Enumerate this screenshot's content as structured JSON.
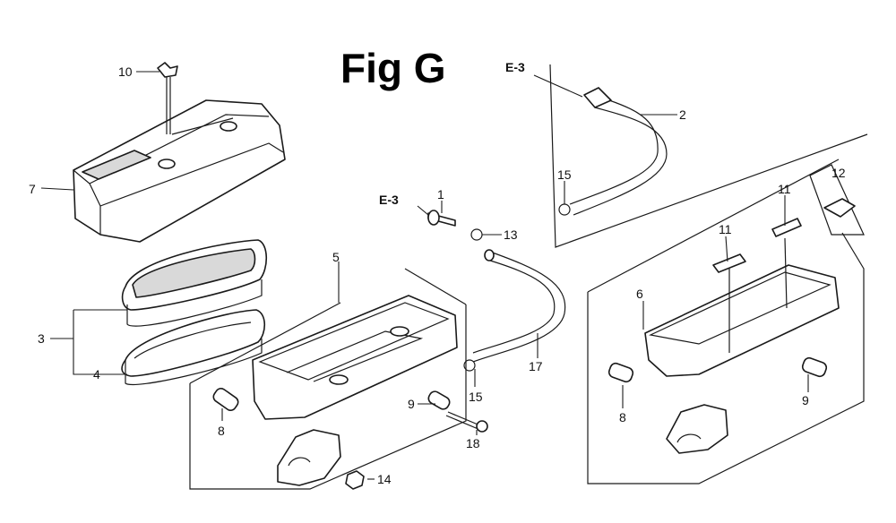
{
  "title": "Fig G",
  "callouts": {
    "c1": "1",
    "c2": "2",
    "c3": "3",
    "c4": "4",
    "c5": "5",
    "c6": "6",
    "c7": "7",
    "c8a": "8",
    "c8b": "8",
    "c9a": "9",
    "c9b": "9",
    "c10": "10",
    "c11a": "11",
    "c11b": "11",
    "c12": "12",
    "c13": "13",
    "c14": "14",
    "c15a": "15",
    "c15b": "15",
    "c17": "17",
    "c18": "18"
  },
  "refs": {
    "r1": "E-3",
    "r2": "E-3"
  },
  "colors": {
    "ink": "#1a1a1a",
    "paper": "#ffffff",
    "shade": "#d9d9d9"
  }
}
